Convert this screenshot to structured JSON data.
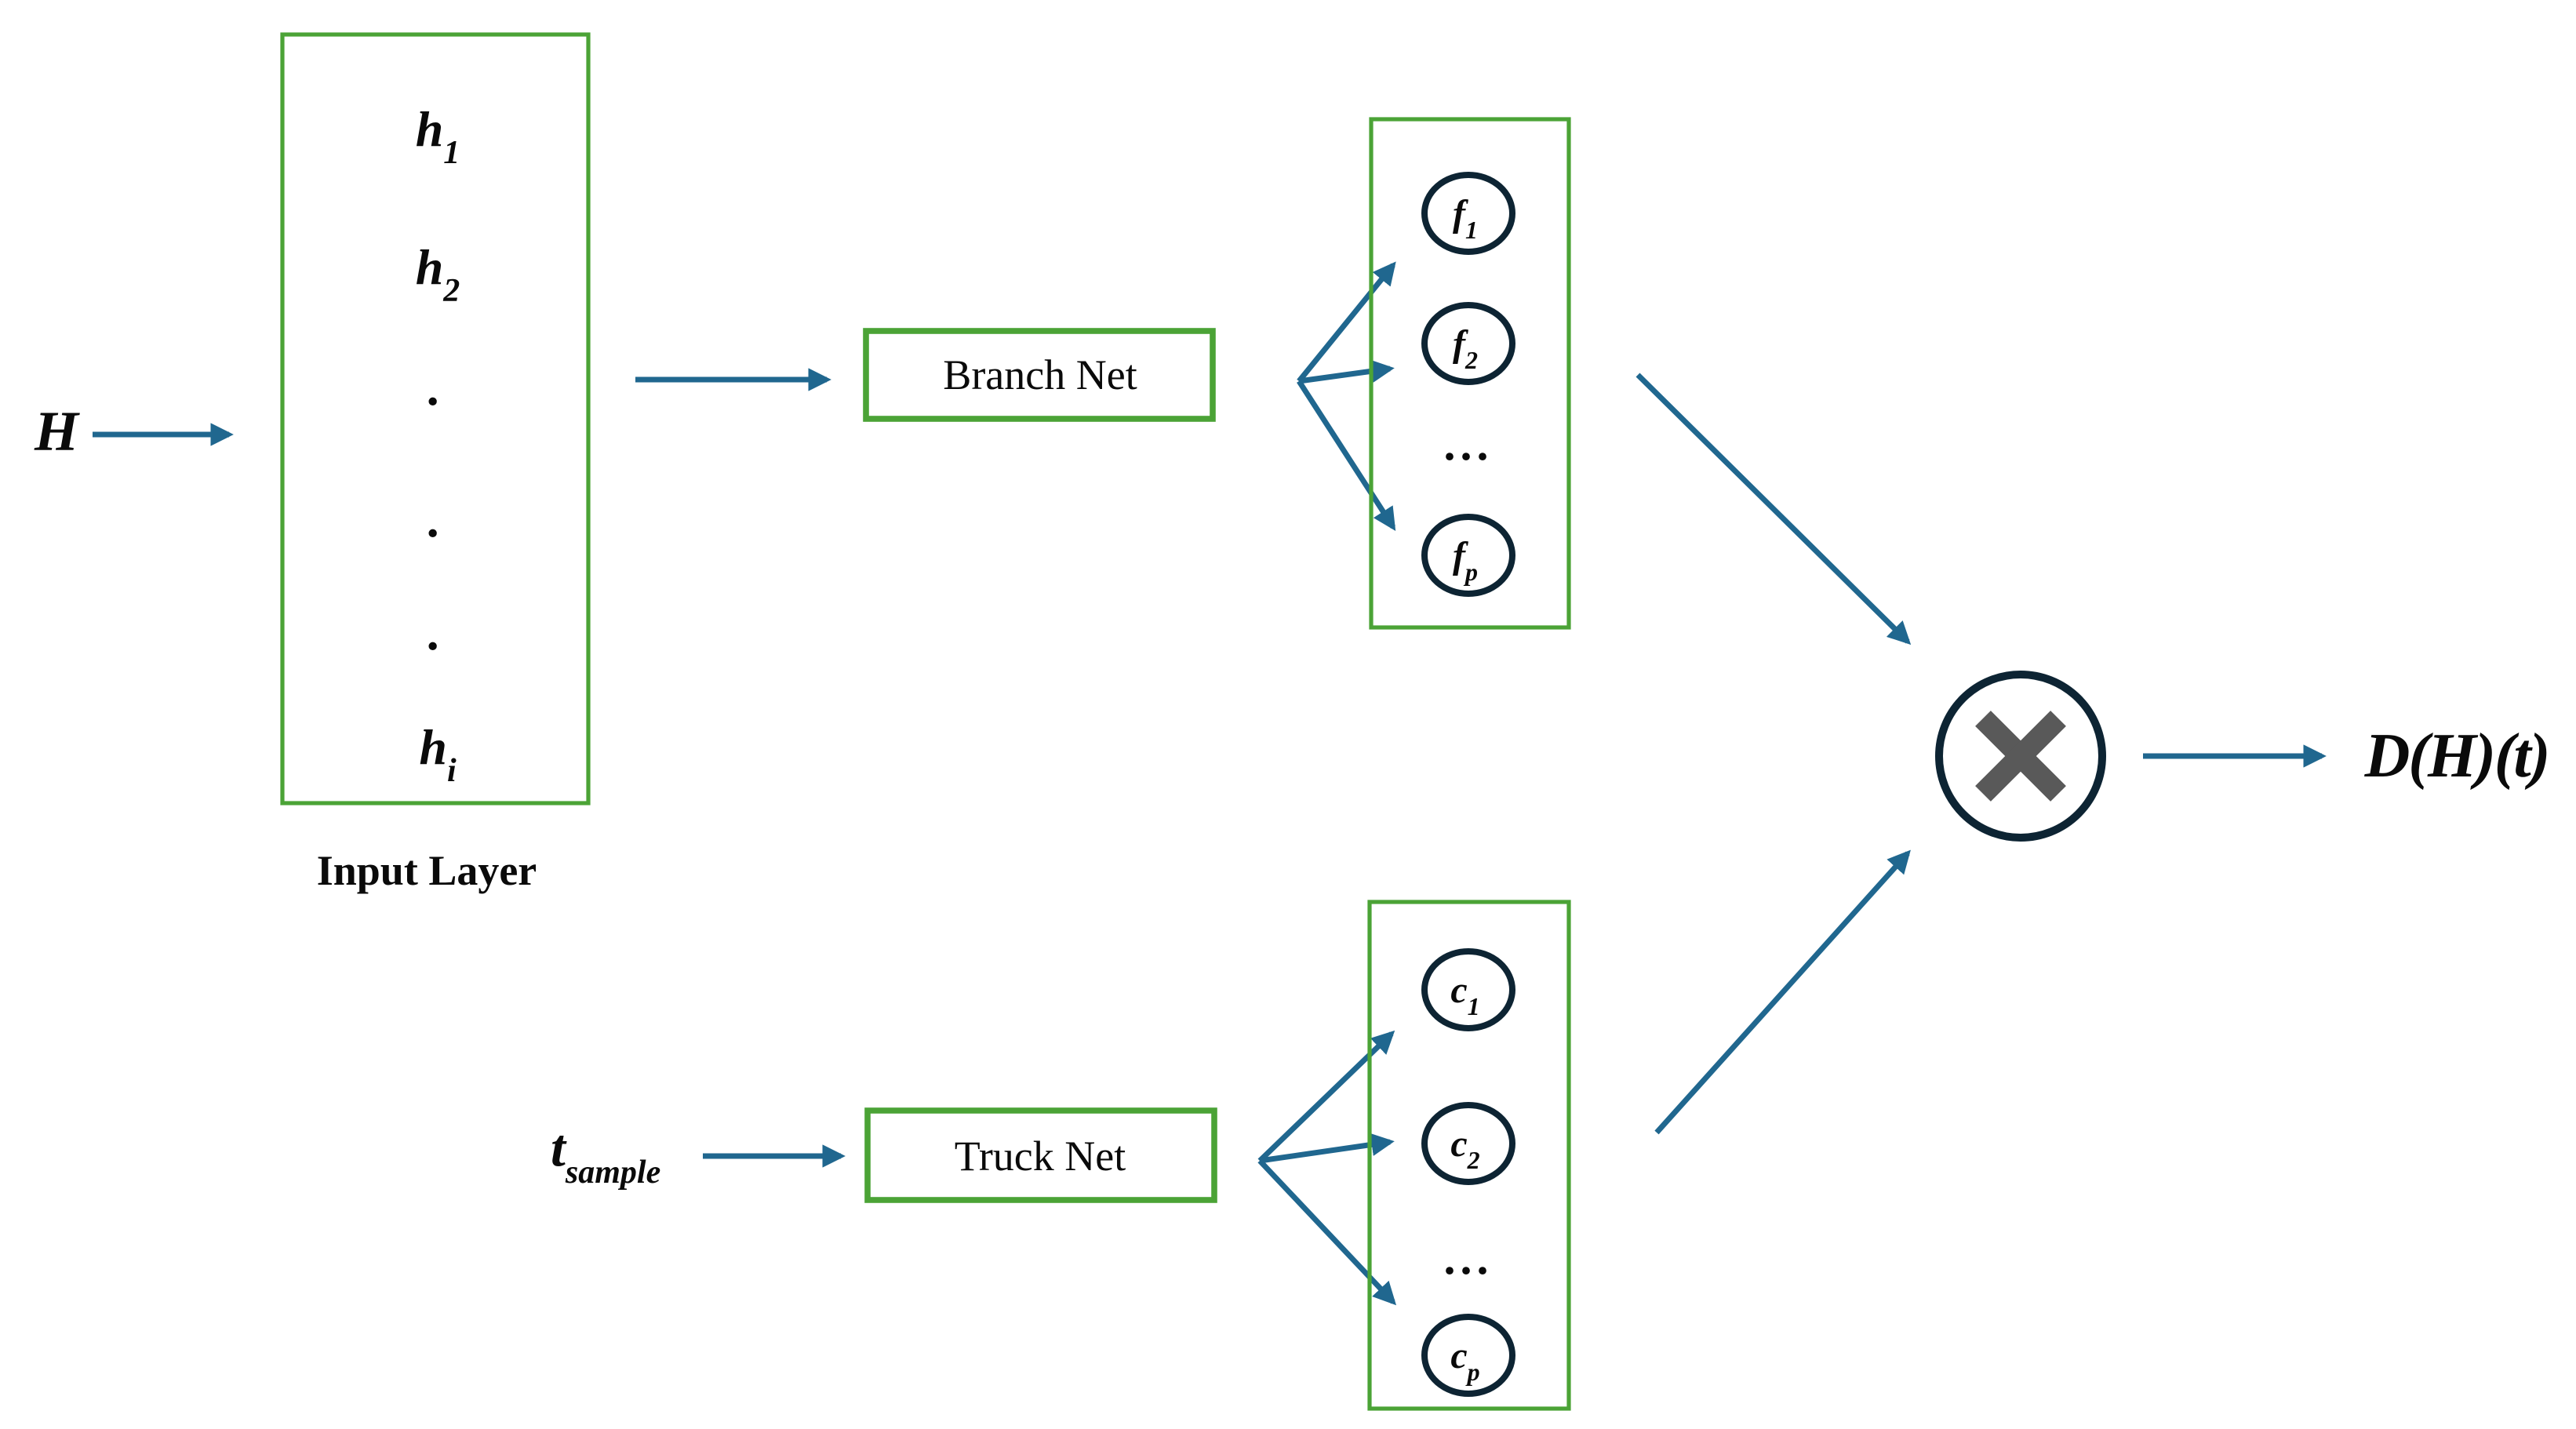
{
  "colors": {
    "background": "#ffffff",
    "box_green": "#4ba336",
    "arrow_blue": "#20678f",
    "node_navy": "#0d2433",
    "multiply_gray": "#595959",
    "text_black": "#0a0a0a"
  },
  "input": {
    "operand": "H"
  },
  "input_layer": {
    "caption": "Input Layer",
    "nodes": [
      {
        "base": "h",
        "sub": "1"
      },
      {
        "base": "h",
        "sub": "2"
      },
      {
        "base": "h",
        "sub": "i"
      }
    ],
    "ellipsis": [
      ".",
      ".",
      "."
    ]
  },
  "branch": {
    "label": "Branch Net",
    "outputs": [
      {
        "base": "f",
        "sub": "1"
      },
      {
        "base": "f",
        "sub": "2"
      },
      {
        "base": "f",
        "sub": "p"
      }
    ],
    "ellipsis": "..."
  },
  "trunk": {
    "label": "Truck Net",
    "operand": {
      "base": "t",
      "sub": "sample"
    },
    "outputs": [
      {
        "base": "c",
        "sub": "1"
      },
      {
        "base": "c",
        "sub": "2"
      },
      {
        "base": "c",
        "sub": "p"
      }
    ],
    "ellipsis": "..."
  },
  "combine": {
    "operator_icon": "multiply-cross",
    "output": "D(H)(t)"
  }
}
